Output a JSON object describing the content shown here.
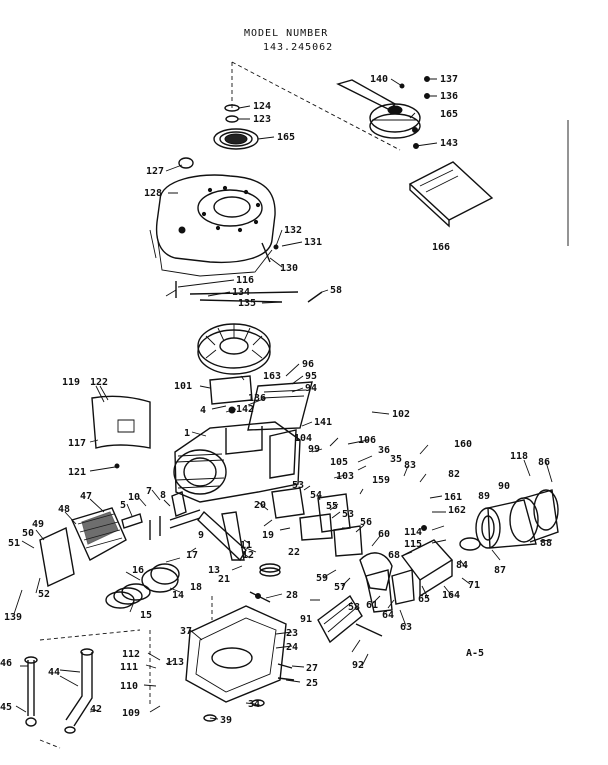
{
  "header": {
    "title": "MODEL NUMBER",
    "model_number": "143.245062"
  },
  "page_tag": "A-5",
  "callouts": [
    "140",
    "137",
    "136",
    "165",
    "143",
    "124",
    "123",
    "165",
    "127",
    "128",
    "132",
    "131",
    "130",
    "166",
    "116",
    "134",
    "135",
    "58",
    "96",
    "95",
    "94",
    "101",
    "163",
    "136",
    "142",
    "141",
    "102",
    "119",
    "122",
    "117",
    "121",
    "104",
    "99",
    "106",
    "36",
    "35",
    "160",
    "118",
    "86",
    "103",
    "105",
    "83",
    "82",
    "159",
    "161",
    "162",
    "89",
    "90",
    "47",
    "48",
    "50",
    "49",
    "51",
    "52",
    "139",
    "5",
    "10",
    "7",
    "8",
    "20",
    "19",
    "17",
    "18",
    "53",
    "54",
    "55",
    "53",
    "56",
    "114",
    "115",
    "68",
    "60",
    "59",
    "57",
    "61",
    "64",
    "65",
    "164",
    "84",
    "71",
    "87",
    "88",
    "13",
    "21",
    "12",
    "11",
    "16",
    "14",
    "15",
    "22",
    "28",
    "91",
    "58",
    "63",
    "92",
    "37",
    "23",
    "24",
    "27",
    "25",
    "112",
    "113",
    "111",
    "110",
    "109",
    "39",
    "34",
    "46",
    "44",
    "45",
    "42",
    "1",
    "4",
    "9"
  ]
}
